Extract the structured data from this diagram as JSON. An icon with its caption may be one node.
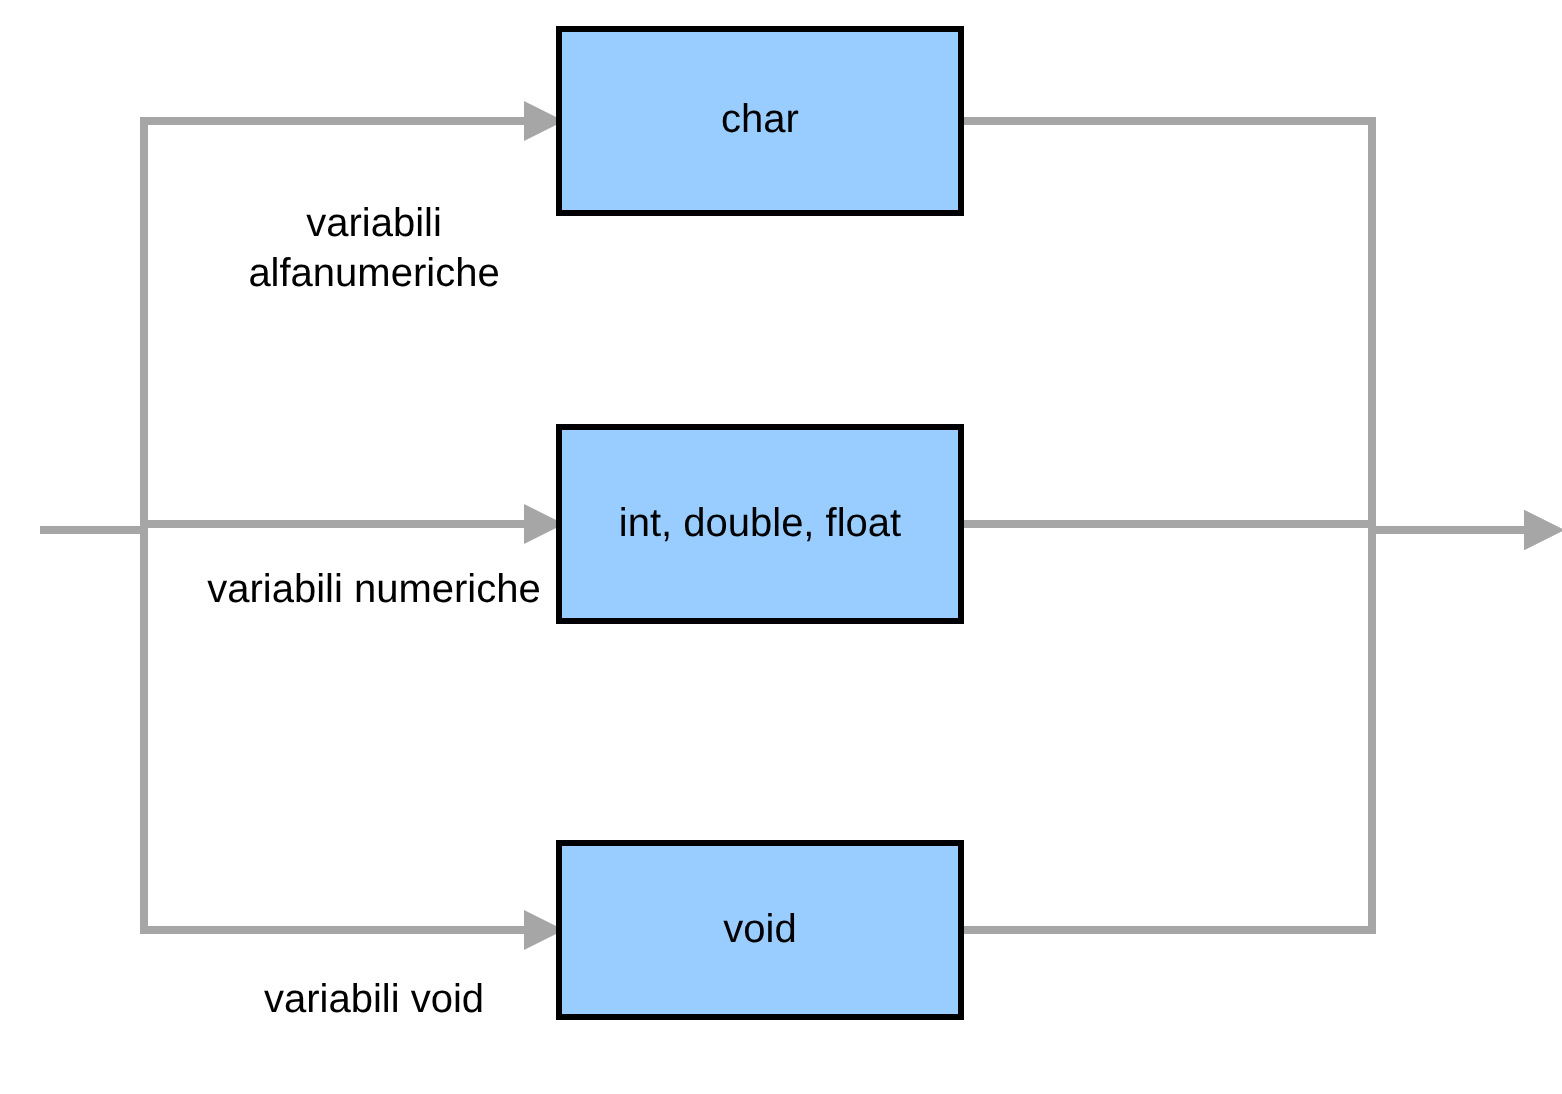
{
  "diagram": {
    "nodes": [
      {
        "text": [
          "char"
        ]
      },
      {
        "text": [
          "int, double, float"
        ]
      },
      {
        "text": [
          "void"
        ]
      }
    ],
    "edges": [
      {
        "from": null,
        "to": 0,
        "arrow": "to",
        "label": "variabili alfanumeriche"
      },
      {
        "from": null,
        "to": 1,
        "arrow": "to",
        "label": "variabili numeriche"
      },
      {
        "from": null,
        "to": 2,
        "arrow": "to",
        "label": "variabili void"
      },
      {
        "from": 0,
        "to": null,
        "arrow": "to"
      },
      {
        "from": 1,
        "to": null,
        "arrow": "to"
      },
      {
        "from": 2,
        "to": null,
        "arrow": "to"
      }
    ]
  }
}
